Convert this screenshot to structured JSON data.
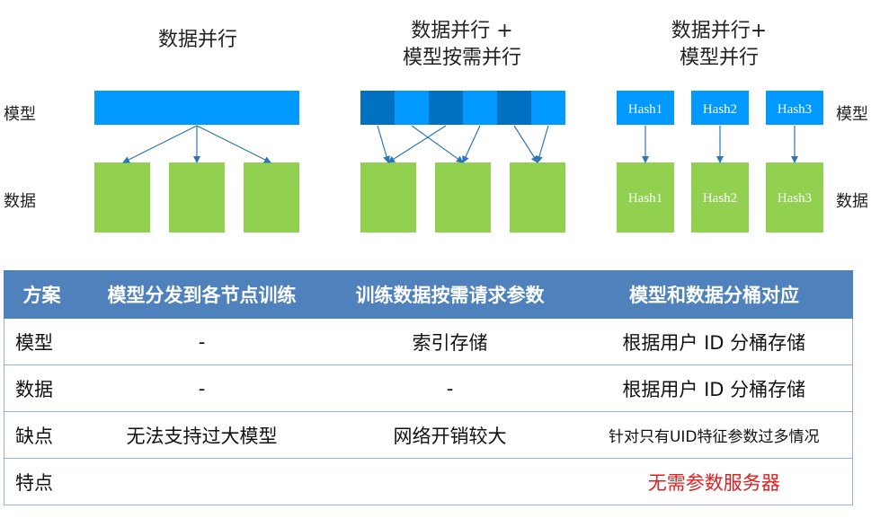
{
  "diagram": {
    "side_labels": {
      "model": "模型",
      "data": "数据"
    },
    "panels": [
      {
        "title_lines": [
          "数据并行"
        ]
      },
      {
        "title_lines": [
          "数据并行 +",
          "模型按需并行"
        ]
      },
      {
        "title_lines": [
          "数据并行+",
          "模型并行"
        ]
      }
    ],
    "hash_labels": [
      "Hash1",
      "Hash2",
      "Hash3"
    ],
    "colors": {
      "model_bar": "#0099ff",
      "model_dark": "#0070c0",
      "data_box": "#92d050",
      "arrow": "#2e75b6"
    }
  },
  "table": {
    "headers": [
      "方案",
      "模型分发到各节点训练",
      "训练数据按需请求参数",
      "模型和数据分桶对应"
    ],
    "rows": [
      [
        "模型",
        "-",
        "索引存储",
        "根据用户 ID 分桶存储"
      ],
      [
        "数据",
        "-",
        "-",
        "根据用户 ID 分桶存储"
      ],
      [
        "缺点",
        "无法支持过大模型",
        "网络开销较大",
        "针对只有UID特征参数过多情况"
      ],
      [
        "特点",
        "",
        "",
        "无需参数服务器"
      ]
    ],
    "colors": {
      "header_bg": "#4f81bd",
      "highlight": "#e02020"
    }
  }
}
